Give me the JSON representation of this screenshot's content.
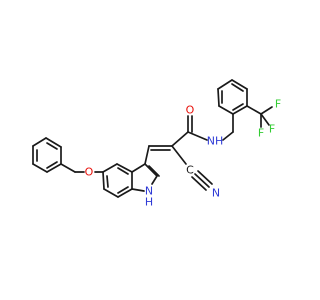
{
  "molecule": {
    "atoms": {
      "O_carbonyl": {
        "text": "O",
        "color": "#e8120c"
      },
      "NH_amide": {
        "text": "NH",
        "color": "#2f3bd6"
      },
      "N_nitrile": {
        "text": "N",
        "color": "#2f3bd6"
      },
      "C_nitrile": {
        "text": "C",
        "color": "#1a1a1a"
      },
      "O_ether": {
        "text": "O",
        "color": "#e8120c"
      },
      "H_indole": {
        "text": "H",
        "color": "#2f3bd6"
      },
      "N_indole": {
        "text": "N",
        "color": "#2f3bd6"
      },
      "F1": {
        "text": "F",
        "color": "#33cc33"
      },
      "F2": {
        "text": "F",
        "color": "#33cc33"
      },
      "F3": {
        "text": "F",
        "color": "#33cc33"
      }
    }
  }
}
